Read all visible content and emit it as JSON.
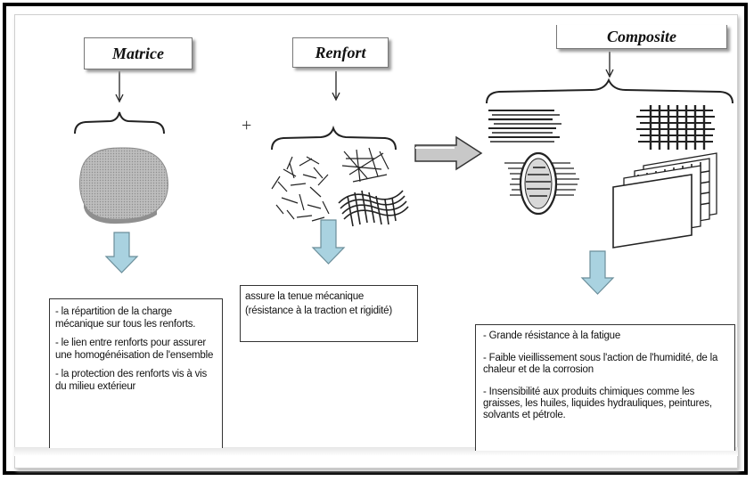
{
  "columns": {
    "matrice": {
      "title": "Matrice",
      "roles": [
        "- la répartition de la charge mécanique sur tous les renforts.",
        "- le lien entre renforts pour assurer une homogénéisation de l'ensemble",
        "- la protection des renforts vis à vis du milieu extérieur"
      ]
    },
    "renfort": {
      "title": "Renfort",
      "plus_sign": "+",
      "role": "assure la tenue mécanique (résistance à la traction et rigidité)"
    },
    "composite": {
      "title": "Composite",
      "properties": [
        "- Grande résistance à la fatigue",
        "- Faible vieillissement sous l'action de l'humidité, de la chaleur et de la corrosion",
        "- Insensibilité aux produits chimiques comme les graisses, les huiles, liquides hydrauliques, peintures, solvants et pétrole."
      ]
    }
  },
  "colors": {
    "arrow_fill": "#a9d2e0",
    "arrow_stroke": "#6b8e9a",
    "matrix_fill": "#b4b4b4",
    "big_arrow_fill": "#c8c8c8"
  }
}
